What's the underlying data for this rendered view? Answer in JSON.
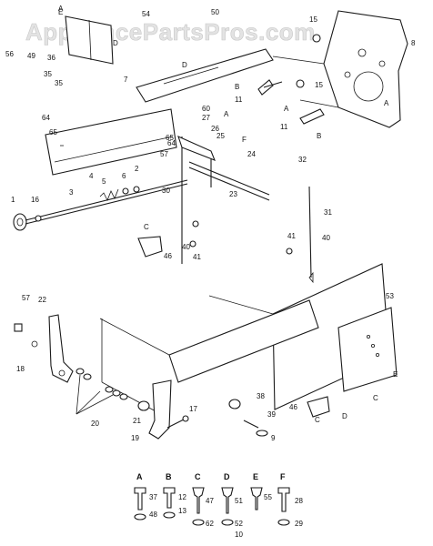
{
  "watermark": "AppliancePartsPros.com",
  "callouts": [
    "1",
    "2",
    "3",
    "4",
    "5",
    "6",
    "7",
    "8",
    "9",
    "10",
    "11",
    "12",
    "13",
    "15",
    "16",
    "17",
    "18",
    "19",
    "20",
    "21",
    "22",
    "23",
    "24",
    "25",
    "26",
    "27",
    "28",
    "29",
    "30",
    "31",
    "32",
    "35",
    "36",
    "37",
    "38",
    "39",
    "40",
    "41",
    "46",
    "47",
    "48",
    "49",
    "50",
    "51",
    "52",
    "53",
    "54",
    "55",
    "56",
    "57",
    "60",
    "62",
    "64",
    "65"
  ],
  "ref_letters": [
    "A",
    "B",
    "C",
    "D",
    "E",
    "F"
  ],
  "legend": [
    {
      "letter": "A",
      "parts": [
        "37",
        "48"
      ]
    },
    {
      "letter": "B",
      "parts": [
        "12",
        "13"
      ]
    },
    {
      "letter": "C",
      "parts": [
        "47",
        "62"
      ]
    },
    {
      "letter": "D",
      "parts": [
        "51",
        "52",
        "10"
      ]
    },
    {
      "letter": "E",
      "parts": [
        "55"
      ]
    },
    {
      "letter": "F",
      "parts": [
        "28",
        "29"
      ]
    }
  ]
}
